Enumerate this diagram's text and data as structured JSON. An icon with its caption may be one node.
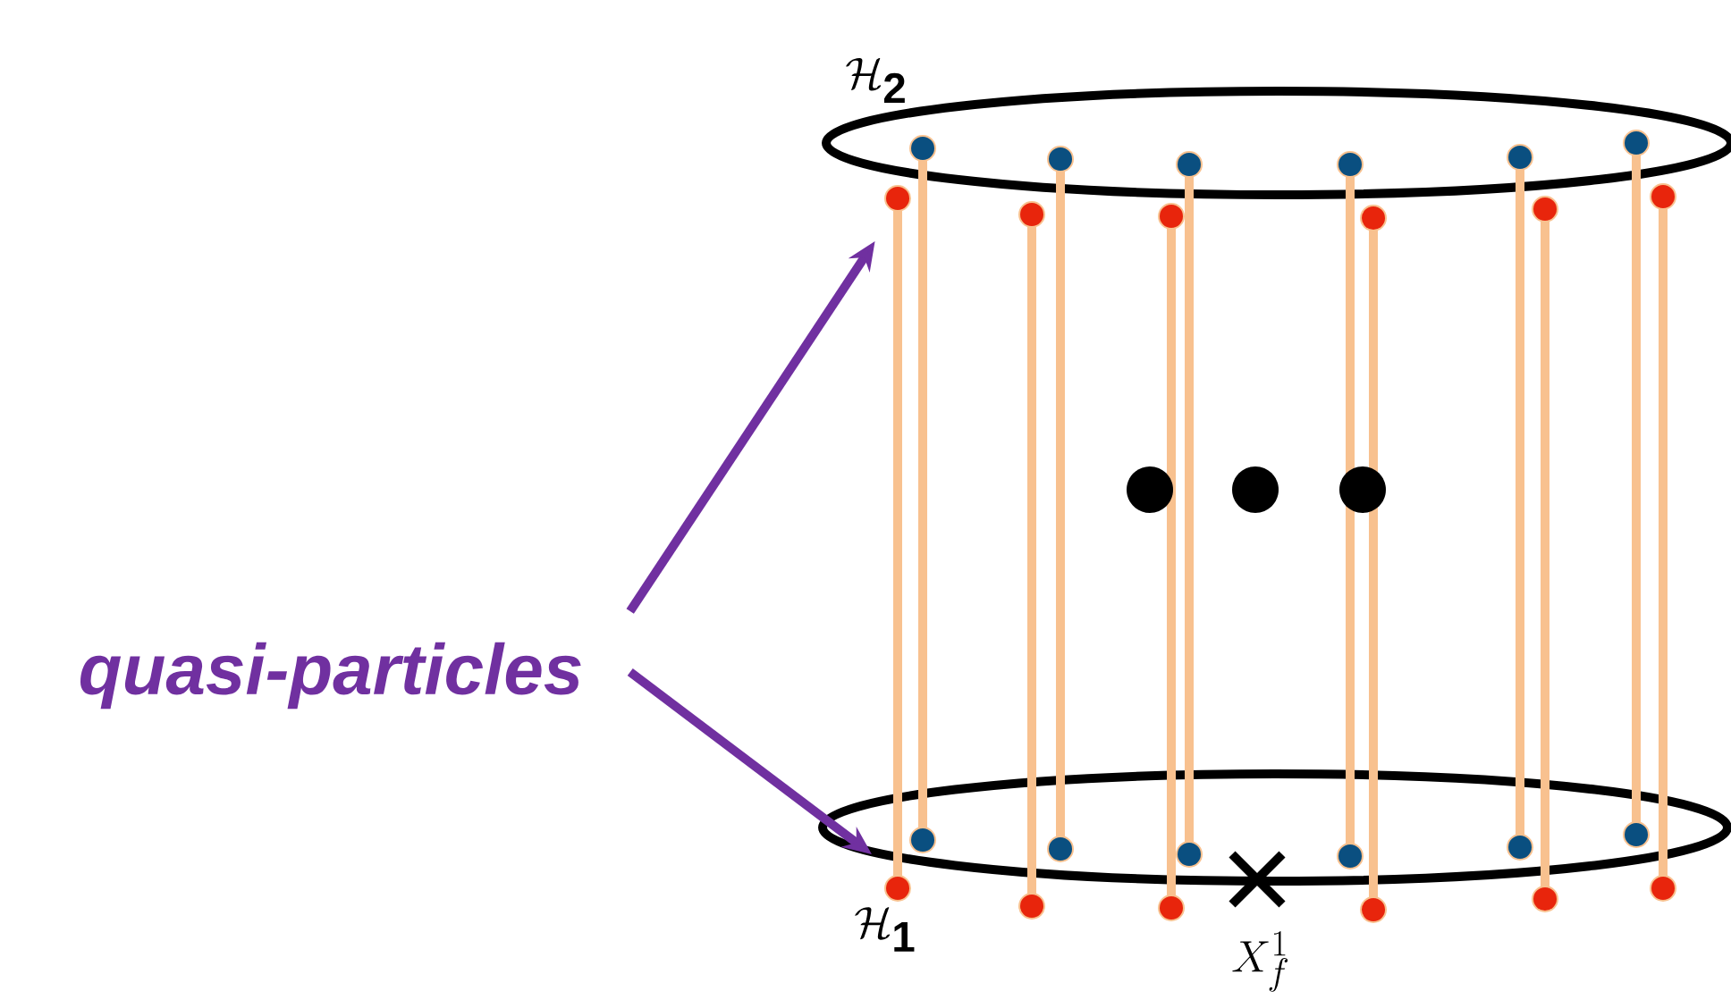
{
  "diagram": {
    "nodes": [
      {
        "text": [
          "quasi-particles"
        ]
      },
      {
        "text": [
          "\\mathcal{H}_{\\mathbf{2}}"
        ]
      },
      {
        "text": [
          "\\mathcal{H}_{\\mathbf{1}}"
        ]
      },
      {
        "text": [],
        "shape": "bar"
      },
      {
        "text": [],
        "shape": "bar"
      },
      {
        "text": [],
        "shape": "bar"
      },
      {
        "text": [],
        "shape": "bar"
      },
      {
        "text": [],
        "shape": "bar"
      },
      {
        "text": [],
        "shape": "bar"
      },
      {
        "text": [],
        "shape": "bar"
      },
      {
        "text": [],
        "shape": "bar"
      },
      {
        "text": [],
        "shape": "bar"
      },
      {
        "text": [],
        "shape": "bar"
      },
      {
        "text": [],
        "shape": "bar"
      },
      {
        "text": [],
        "shape": "bar"
      }
    ],
    "edges": [
      {
        "from": 0,
        "to": 3,
        "arrow": "to"
      },
      {
        "from": 0,
        "to": 2,
        "arrow": "to"
      }
    ],
    "labels": [
      "X_f^1"
    ]
  }
}
